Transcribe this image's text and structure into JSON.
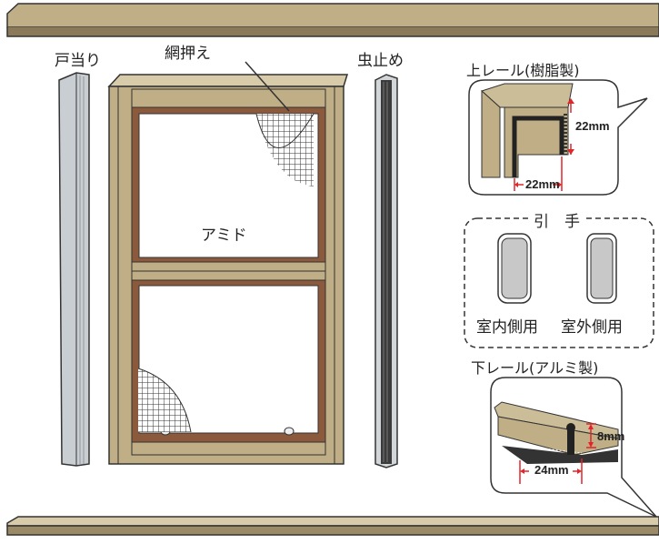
{
  "labels": {
    "door_stop": "戸当り",
    "net_holder": "網押え",
    "insect_stop": "虫止め",
    "net": "アミド",
    "upper_rail": "上レール(樹脂製)",
    "handle_title": "引　手",
    "handle_indoor": "室内側用",
    "handle_outdoor": "室外側用",
    "lower_rail": "下レール(アルミ製)"
  },
  "dimensions": {
    "upper_rail_height": "22mm",
    "upper_rail_width": "22mm",
    "lower_rail_height": "8mm",
    "lower_rail_width": "24mm"
  },
  "colors": {
    "frame_tan": "#bfae86",
    "frame_dark": "#8a7a5a",
    "net_frame_brown": "#8b5a3c",
    "outline": "#333333",
    "dimension_red": "#e0262a",
    "weatherstrip_gray": "#c9ced3"
  }
}
